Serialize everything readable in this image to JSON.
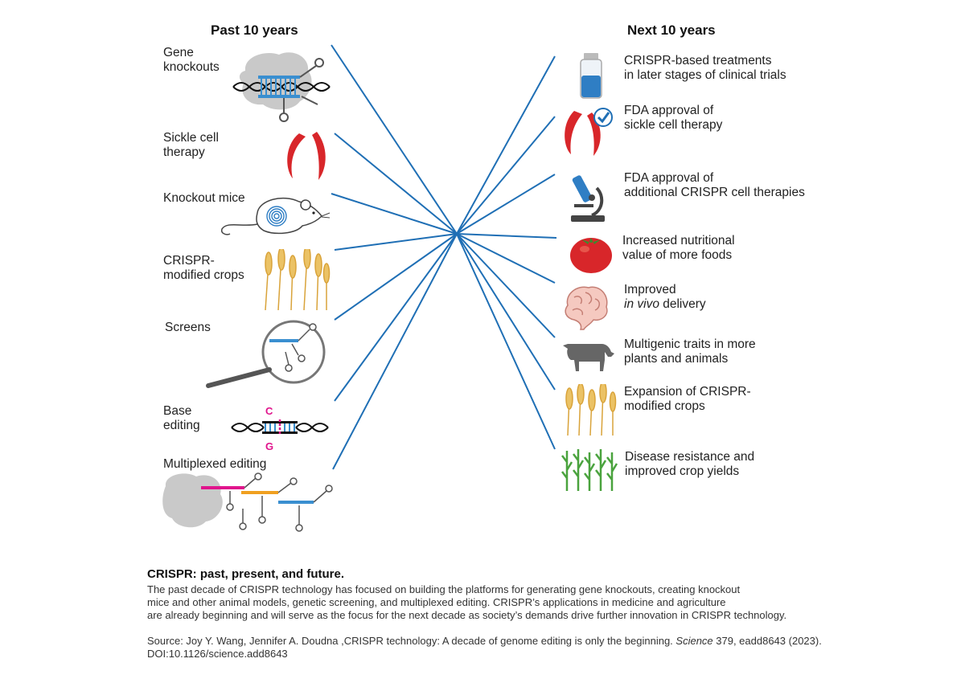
{
  "past": {
    "header": "Past 10 years",
    "items": [
      {
        "lines": [
          "Gene",
          "knockouts"
        ]
      },
      {
        "lines": [
          "Sickle cell",
          "therapy"
        ]
      },
      {
        "lines": [
          "Knockout mice"
        ]
      },
      {
        "lines": [
          "CRISPR-",
          "modified crops"
        ]
      },
      {
        "lines": [
          "Screens"
        ]
      },
      {
        "lines": [
          "Base",
          "editing"
        ]
      },
      {
        "lines": [
          "Multiplexed editing"
        ]
      }
    ]
  },
  "next": {
    "header": "Next 10 years",
    "items": [
      {
        "lines": [
          "CRISPR-based treatments",
          "in later stages of clinical trials"
        ]
      },
      {
        "lines": [
          "FDA approval of",
          "sickle cell therapy"
        ]
      },
      {
        "lines": [
          "FDA approval of",
          "additional CRISPR cell therapies"
        ]
      },
      {
        "lines": [
          "Increased nutritional",
          "value of more foods"
        ]
      },
      {
        "lines": [
          "Improved"
        ],
        "italic": "in vivo",
        "tail": " delivery"
      },
      {
        "lines": [
          "Multigenic traits in more",
          "plants and animals"
        ]
      },
      {
        "lines": [
          "Expansion of CRISPR-",
          "modified crops"
        ]
      },
      {
        "lines": [
          "Disease resistance and",
          "improved crop yields"
        ]
      }
    ]
  },
  "base_letters": {
    "top": "C",
    "bottom": "G"
  },
  "colors": {
    "rays": "#1f6fb5",
    "dna_blue": "#3a8fd0",
    "red_cell": "#d8262a",
    "magenta": "#e0148c",
    "orange": "#f0a020",
    "wheat": "#e8b64a",
    "green": "#4aa33e"
  },
  "caption": {
    "title": "CRISPR: past, present, and future.",
    "lines": [
      "The past decade of CRISPR technology has focused on building the platforms for generating gene knockouts, creating knockout",
      "mice and other animal models, genetic screening, and multiplexed editing. CRISPR’s applications in medicine and agriculture",
      "are already beginning and will serve as the focus for the next decade as society’s demands drive further innovation in CRISPR technology."
    ],
    "source_prefix": "Source: Joy Y. Wang, Jennifer A. Doudna ,CRISPR technology: A decade of genome editing is only the beginning. ",
    "source_journal": "Science",
    "source_suffix": " 379, eadd8643 (2023).",
    "doi": "DOI:10.1126/science.add8643"
  }
}
